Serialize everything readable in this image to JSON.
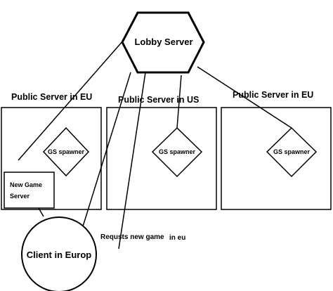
{
  "lobby": {
    "label": "Lobby Server"
  },
  "servers": [
    {
      "title": "Public Server in EU",
      "spawner": "GS spawner"
    },
    {
      "title": "Public Server in US",
      "spawner": "GS spawner"
    },
    {
      "title": "Public Server in EU",
      "spawner": "GS spawner"
    }
  ],
  "game_server": {
    "line1": "New Game",
    "line2": "Server"
  },
  "client": {
    "label": "Client in Europ"
  },
  "note": {
    "part1": "Requsts new game",
    "part2": "in eu"
  }
}
